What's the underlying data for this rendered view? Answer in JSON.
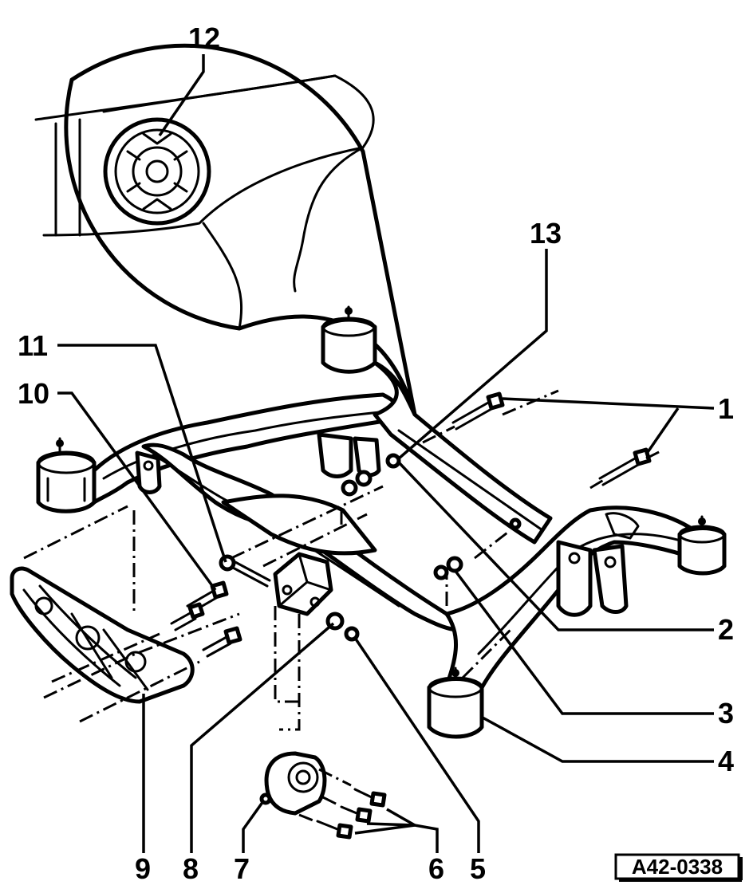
{
  "diagram": {
    "figure_code": "A42-0338",
    "callouts": [
      {
        "id": "1",
        "text": "1"
      },
      {
        "id": "2",
        "text": "2"
      },
      {
        "id": "3",
        "text": "3"
      },
      {
        "id": "4",
        "text": "4"
      },
      {
        "id": "5",
        "text": "5"
      },
      {
        "id": "6",
        "text": "6"
      },
      {
        "id": "7",
        "text": "7"
      },
      {
        "id": "8",
        "text": "8"
      },
      {
        "id": "9",
        "text": "9"
      },
      {
        "id": "10",
        "text": "10"
      },
      {
        "id": "11",
        "text": "11"
      },
      {
        "id": "12",
        "text": "12"
      },
      {
        "id": "13",
        "text": "13"
      }
    ]
  }
}
